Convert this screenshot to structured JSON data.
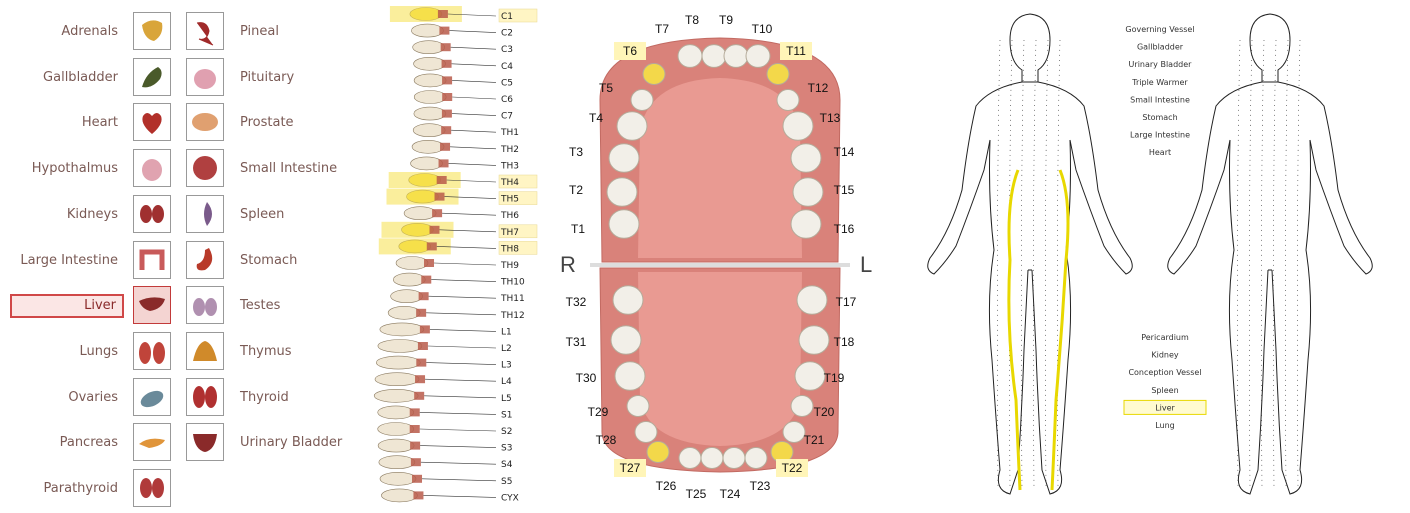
{
  "organs": {
    "left": [
      {
        "label": "Adrenals",
        "icon": "adrenals-icon",
        "color": "#d9a53a",
        "selected": false
      },
      {
        "label": "Gallbladder",
        "icon": "gallbladder-icon",
        "color": "#4a5a2a",
        "selected": false
      },
      {
        "label": "Heart",
        "icon": "heart-icon",
        "color": "#b2302a",
        "selected": false
      },
      {
        "label": "Hypothalmus",
        "icon": "hypothalamus-icon",
        "color": "#e0a3b0",
        "selected": false
      },
      {
        "label": "Kidneys",
        "icon": "kidneys-icon",
        "color": "#a03030",
        "selected": false
      },
      {
        "label": "Large Intestine",
        "icon": "large-intestine-icon",
        "color": "#c85a5a",
        "selected": false
      },
      {
        "label": "Liver",
        "icon": "liver-icon",
        "color": "#8a2a2a",
        "selected": true
      },
      {
        "label": "Lungs",
        "icon": "lungs-icon",
        "color": "#c0443a",
        "selected": false
      },
      {
        "label": "Ovaries",
        "icon": "ovaries-icon",
        "color": "#6a8a9a",
        "selected": false
      },
      {
        "label": "Pancreas",
        "icon": "pancreas-icon",
        "color": "#e0953a",
        "selected": false
      },
      {
        "label": "Parathyroid",
        "icon": "parathyroid-icon",
        "color": "#b03a3a",
        "selected": false
      }
    ],
    "right": [
      {
        "label": "Pineal",
        "icon": "pineal-icon",
        "color": "#a02a2a",
        "selected": false
      },
      {
        "label": "Pituitary",
        "icon": "pituitary-icon",
        "color": "#e0a0b0",
        "selected": false
      },
      {
        "label": "Prostate",
        "icon": "prostate-icon",
        "color": "#e0a070",
        "selected": false
      },
      {
        "label": "Small Intestine",
        "icon": "small-intestine-icon",
        "color": "#b04040",
        "selected": false
      },
      {
        "label": "Spleen",
        "icon": "spleen-icon",
        "color": "#7a5a8a",
        "selected": false
      },
      {
        "label": "Stomach",
        "icon": "stomach-icon",
        "color": "#b83a2a",
        "selected": false
      },
      {
        "label": "Testes",
        "icon": "testes-icon",
        "color": "#b090b0",
        "selected": false
      },
      {
        "label": "Thymus",
        "icon": "thymus-icon",
        "color": "#d08a2a",
        "selected": false
      },
      {
        "label": "Thyroid",
        "icon": "thyroid-icon",
        "color": "#b03030",
        "selected": false
      },
      {
        "label": "Urinary Bladder",
        "icon": "urinary-bladder-icon",
        "color": "#8a2a2a",
        "selected": false
      }
    ]
  },
  "spine": {
    "labels": [
      "C1",
      "C2",
      "C3",
      "C4",
      "C5",
      "C6",
      "C7",
      "TH1",
      "TH2",
      "TH3",
      "TH4",
      "TH5",
      "TH6",
      "TH7",
      "TH8",
      "TH9",
      "TH10",
      "TH11",
      "TH12",
      "L1",
      "L2",
      "L3",
      "L4",
      "L5",
      "S1",
      "S2",
      "S3",
      "S4",
      "S5",
      "CYX"
    ],
    "highlighted": [
      "C1",
      "TH4",
      "TH5",
      "TH7",
      "TH8"
    ],
    "highlight_color": "#f5e04a"
  },
  "teeth": {
    "upper_top": [
      "T7",
      "T8",
      "T9",
      "T10"
    ],
    "upper_left": [
      "T6",
      "T5",
      "T4",
      "T3",
      "T2",
      "T1"
    ],
    "upper_right": [
      "T11",
      "T12",
      "T13",
      "T14",
      "T15",
      "T16"
    ],
    "lower_left": [
      "T32",
      "T31",
      "T30",
      "T29",
      "T28",
      "T27"
    ],
    "lower_right": [
      "T17",
      "T18",
      "T19",
      "T20",
      "T21",
      "T22"
    ],
    "lower_bottom": [
      "T26",
      "T25",
      "T24",
      "T23"
    ],
    "highlighted": [
      "T6",
      "T11",
      "T27",
      "T22"
    ],
    "side_right": "R",
    "side_left": "L",
    "gum_color": "#d9827a",
    "highlight_color": "#f3d84a"
  },
  "meridians": {
    "upper_list": [
      "Governing Vessel",
      "Gallbladder",
      "Urinary Bladder",
      "Triple Warmer",
      "Small Intestine",
      "Stomach",
      "Large Intestine",
      "Heart"
    ],
    "lower_list": [
      "Pericardium",
      "Kidney",
      "Conception Vessel",
      "Spleen",
      "Liver",
      "Lung"
    ],
    "highlighted": "Liver",
    "highlight_color": "#e8d800"
  }
}
